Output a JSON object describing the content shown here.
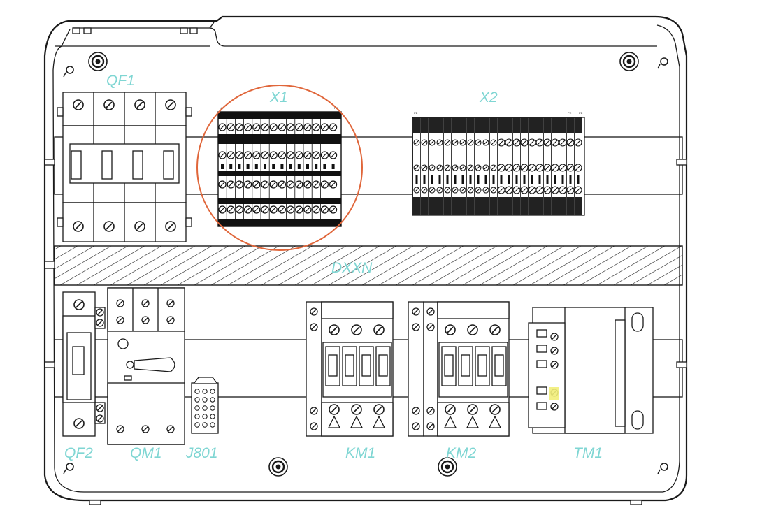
{
  "labels": {
    "qf1": "QF1",
    "x1": "X1",
    "x2": "X2",
    "duct": "DXXN",
    "qf2": "QF2",
    "qm1": "QM1",
    "j801": "J801",
    "km1": "KM1",
    "km2": "KM2",
    "tm1": "TM1"
  },
  "terminal_tags": {
    "x1_left": "N",
    "x1_right": "PE",
    "x2_left": "PE",
    "x2_right_a": "PE",
    "x2_right_b": "PE"
  },
  "colors": {
    "label": "#7fd6d3",
    "highlight_circle": "#e0663a",
    "outline": "#1a1a1a",
    "indicator": "#f2ee7a"
  }
}
